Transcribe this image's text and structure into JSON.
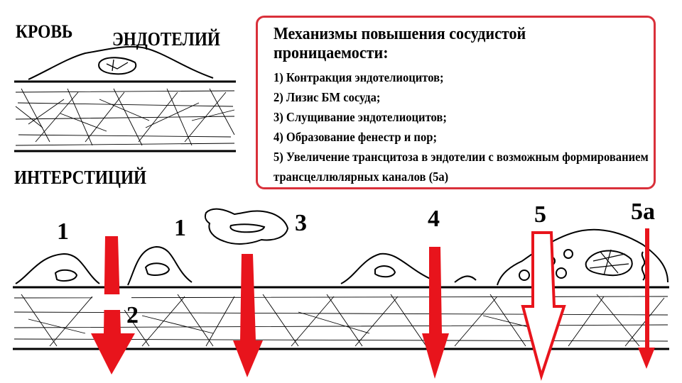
{
  "labels": {
    "blood": "КРОВЬ",
    "endothelium": "ЭНДОТЕЛИЙ",
    "interstitium": "ИНТЕРСТИЦИЙ"
  },
  "mechanisms": {
    "title": "Механизмы повышения сосудистой проницаемости:",
    "items": [
      "1) Контракция эндотелиоцитов;",
      "2) Лизис БМ сосуда;",
      "3) Слущивание эндотелиоцитов;",
      "4) Образование фенестр и пор;",
      "5) Увеличение трансцитоза в эндотелии с возможным формированием трансцеллюлярных каналов (5а)"
    ]
  },
  "markers": [
    "1",
    "1",
    "2",
    "3",
    "4",
    "5",
    "5а"
  ],
  "colors": {
    "arrow": "#e8141c",
    "frame": "#d9303a",
    "ink": "#000000"
  }
}
